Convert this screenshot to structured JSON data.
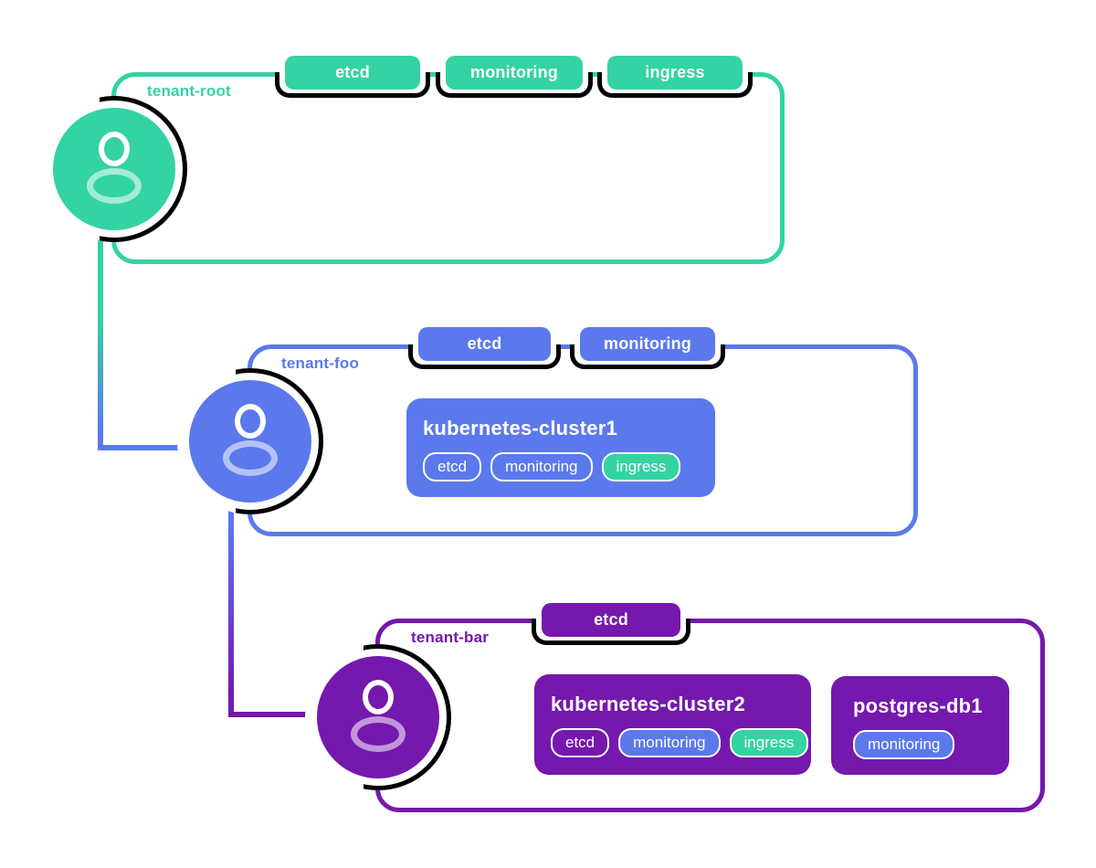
{
  "diagram": {
    "type": "tenant-hierarchy",
    "colors": {
      "green": "#33d3a3",
      "blue": "#5b79ec",
      "purple": "#7518ad",
      "background": "#ffffff"
    },
    "connections": [
      {
        "from": "tenant-root",
        "to": "tenant-foo"
      },
      {
        "from": "tenant-foo",
        "to": "tenant-bar"
      }
    ]
  },
  "tenants": [
    {
      "id": "tenant-root",
      "label": "tenant-root",
      "color": "#33d3a3",
      "tabs": [
        "etcd",
        "monitoring",
        "ingress"
      ],
      "workloads": []
    },
    {
      "id": "tenant-foo",
      "label": "tenant-foo",
      "color": "#5b79ec",
      "tabs": [
        "etcd",
        "monitoring"
      ],
      "workloads": [
        {
          "name": "kubernetes-cluster1",
          "badges": [
            {
              "label": "etcd",
              "style": "outline"
            },
            {
              "label": "monitoring",
              "style": "outline"
            },
            {
              "label": "ingress",
              "style": "green",
              "color": "#33d3a3"
            }
          ]
        }
      ]
    },
    {
      "id": "tenant-bar",
      "label": "tenant-bar",
      "color": "#7518ad",
      "tabs": [
        "etcd"
      ],
      "workloads": [
        {
          "name": "kubernetes-cluster2",
          "badges": [
            {
              "label": "etcd",
              "style": "outline"
            },
            {
              "label": "monitoring",
              "style": "blue",
              "color": "#5b79ec"
            },
            {
              "label": "ingress",
              "style": "green",
              "color": "#33d3a3"
            }
          ]
        },
        {
          "name": "postgres-db1",
          "badges": [
            {
              "label": "monitoring",
              "style": "blue",
              "color": "#5b79ec"
            }
          ]
        }
      ]
    }
  ]
}
